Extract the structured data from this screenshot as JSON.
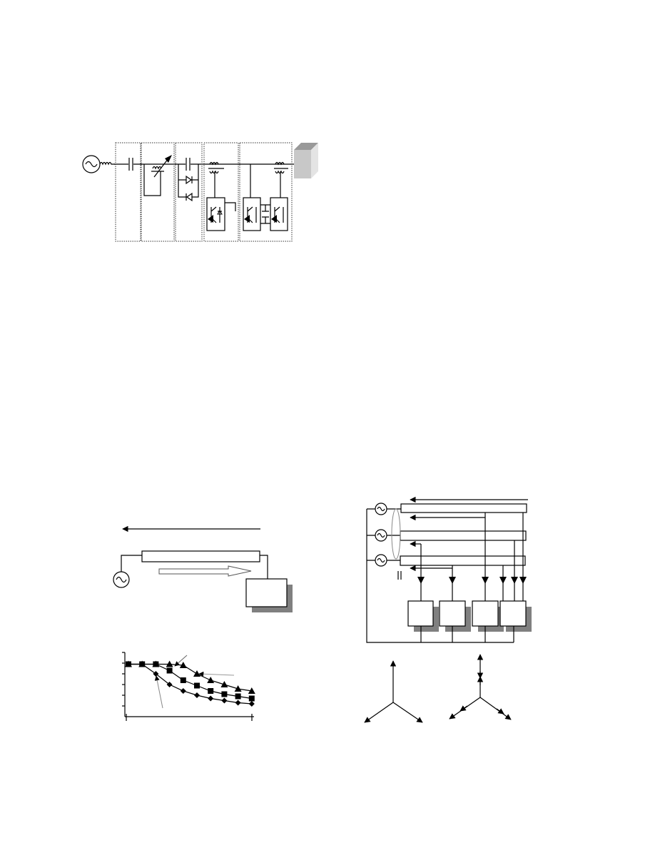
{
  "colors": {
    "ink": "#000000",
    "shadow": "#808080",
    "load_block": "#c8c8c8"
  },
  "figures": [
    {
      "kind": "circuit-diagram",
      "description_icons": [
        "ac-source-icon",
        "inductor-icon",
        "capacitor-icon",
        "transformer-icon",
        "thyristor-icon",
        "igbt-converter-icon",
        "load-block-icon"
      ]
    },
    {
      "kind": "transmission-line-diagram",
      "description_icons": [
        "ac-source-icon",
        "power-flow-arrow-icon",
        "load-box-icon"
      ]
    },
    {
      "kind": "multi-line-network-diagram",
      "description_icons": [
        "ac-source-icon",
        "line-bar-icon",
        "load-box-icon"
      ]
    },
    {
      "kind": "phasor-diagram"
    }
  ],
  "chart_data": {
    "type": "line",
    "title": "",
    "xlabel": "",
    "ylabel": "",
    "x": [
      1,
      2,
      3,
      4,
      5,
      6,
      7,
      8,
      9,
      10
    ],
    "ylim": [
      0,
      6
    ],
    "grid": false,
    "series": [
      {
        "marker": "triangle",
        "values": [
          4.9,
          4.9,
          4.9,
          4.9,
          4.8,
          4.0,
          3.4,
          3.0,
          2.6,
          2.4
        ]
      },
      {
        "marker": "square",
        "values": [
          4.9,
          4.9,
          4.9,
          4.3,
          3.4,
          2.9,
          2.4,
          2.1,
          1.9,
          1.7
        ]
      },
      {
        "marker": "diamond",
        "values": [
          4.9,
          4.9,
          4.0,
          3.0,
          2.4,
          2.0,
          1.7,
          1.5,
          1.3,
          1.2
        ]
      }
    ]
  }
}
